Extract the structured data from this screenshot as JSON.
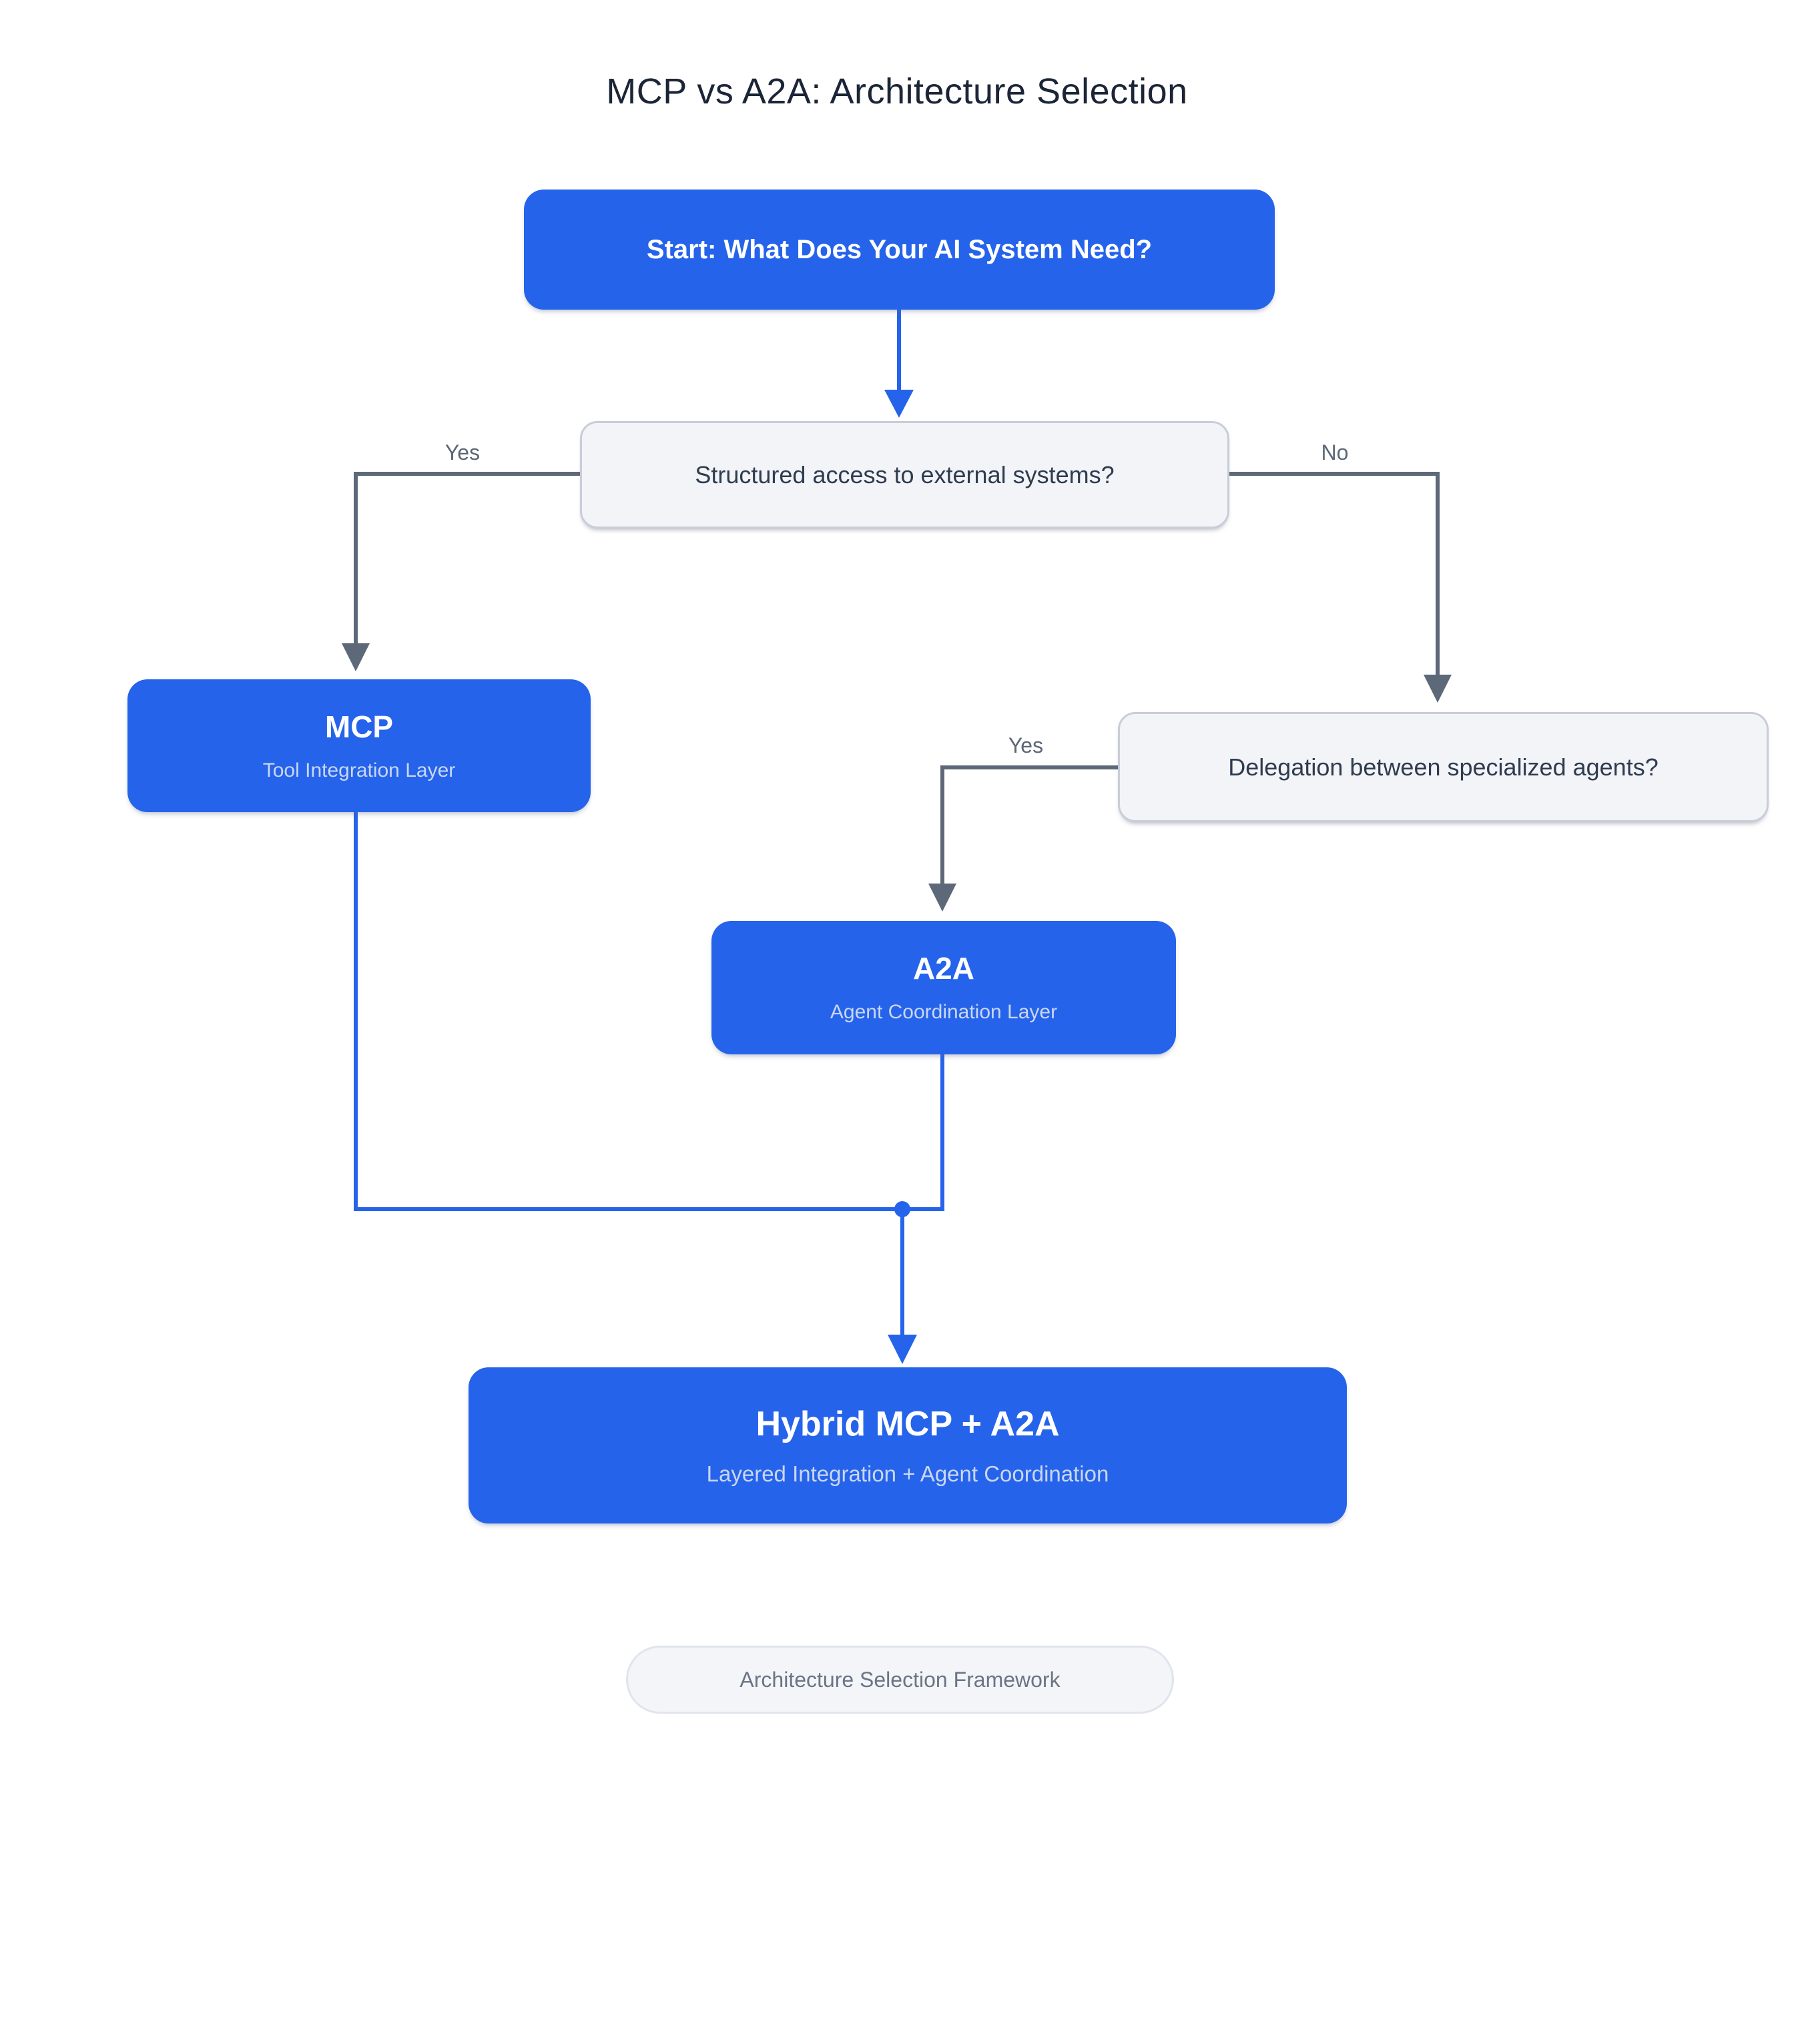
{
  "title": "MCP vs A2A: Architecture Selection",
  "nodes": {
    "start": {
      "label": "Start: What Does Your AI System Need?"
    },
    "decision_external": {
      "label": "Structured access to external systems?"
    },
    "mcp": {
      "title": "MCP",
      "subtitle": "Tool Integration Layer"
    },
    "decision_delegation": {
      "label": "Delegation between specialized agents?"
    },
    "a2a": {
      "title": "A2A",
      "subtitle": "Agent Coordination Layer"
    },
    "hybrid": {
      "title": "Hybrid MCP + A2A",
      "subtitle": "Layered Integration + Agent Coordination"
    },
    "footer_badge": {
      "label": "Architecture Selection Framework"
    }
  },
  "edge_labels": {
    "external_yes": "Yes",
    "external_no": "No",
    "delegation_yes": "Yes"
  },
  "colors": {
    "node_blue": "#2563eb",
    "node_subtitle_text": "#c9d7f3",
    "decision_bg": "#f2f4f8",
    "decision_border": "#c8cdd8",
    "decision_text": "#2f3b4e",
    "connector_gray": "#5d6878",
    "connector_blue": "#2563eb",
    "title_text": "#1b2537",
    "edge_label_text": "#5b6676",
    "footer_bg": "#f3f5f9",
    "footer_border": "#e0e4ed",
    "footer_text": "#6b7585"
  }
}
